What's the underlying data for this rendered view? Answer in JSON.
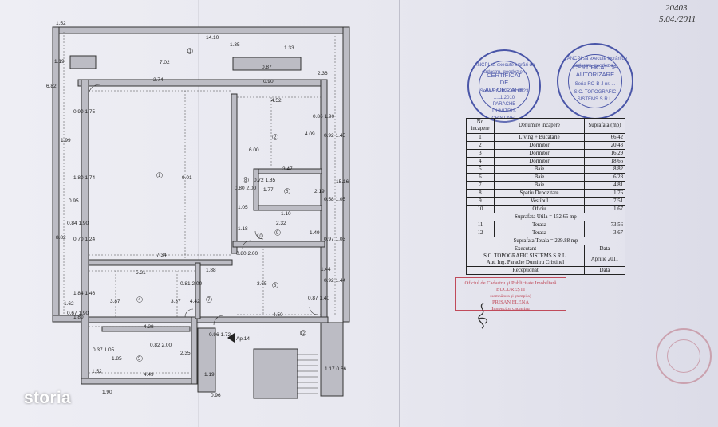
{
  "handwritten": {
    "code": "20403",
    "date": "5.04./2011"
  },
  "watermark": "storia",
  "colors": {
    "stamp_blue": "#4a56a8",
    "ocpi_red": "#c04a5a",
    "paper": "#e9e9f0"
  },
  "plan": {
    "top_dims": [
      "1.52",
      "14.10",
      "1.19",
      "7.02",
      "1.35",
      "1.33",
      "0.87",
      "0.90",
      "2.36"
    ],
    "left_dims": [
      "6.82",
      "0.90 1.75",
      "1.99",
      "1.80 1.74",
      "0.95",
      "0.84 1.90",
      "8.82",
      "0.70 1.24",
      "1.84 1.46",
      "1.62",
      "0.67 1.90",
      "0.37 1.05",
      "1.52",
      "1.80"
    ],
    "room_dims": [
      "4.52",
      "9.01",
      "6.00",
      "4.09",
      "3.47",
      "1.77",
      "2.32",
      "1.10",
      "1.18",
      "1.05",
      "0.80 2.00",
      "7.34",
      "5.31",
      "1.88",
      "3.87",
      "3.37",
      "4.42",
      "3.65",
      "4.28",
      "4.50",
      "4.49",
      "1.19",
      "1.85",
      "2.35",
      "0.82 2.00",
      "0.81 2.00",
      "0.80 2.00",
      "0.87 1.40",
      "0.92 1.44",
      "0.97 1.03",
      "0.58 1.05",
      "0.92 1.45",
      "0.86 1.90",
      "0.72 1.85",
      "2.74",
      "2.19",
      "1.49",
      "1.44",
      "15.16",
      "0.96 1.72",
      "1.17 0.66"
    ],
    "room_numbers": [
      "1",
      "2",
      "3",
      "4",
      "5",
      "6",
      "7",
      "8",
      "9",
      "10",
      "11",
      "12"
    ],
    "ap_label": "Ap.14",
    "bottom_dims": [
      "1.90",
      "0.96"
    ]
  },
  "stamps": {
    "left": {
      "ring": "...NCPI să execute lucrări de cadastru, geodezie...",
      "title": "CERTIFICAT DE AUTORIZARE",
      "serie": "Seria RO-B-F Nr. 0523",
      "date": "...11.2010",
      "name": "PARACHE DUMITRU-CRISTINEL"
    },
    "right": {
      "ring": "...ANCPI să execute lucrări de cadastru, geodezie...",
      "title": "CERTIFICAT DE AUTORIZARE",
      "serie": "Seria RO-B-J nr. ...",
      "name": "S.C. TOPOGRAFIC SISTEMS S.R.L."
    }
  },
  "table": {
    "headers": [
      "Nr. incapere",
      "Denumire incapere",
      "Suprafata (mp)"
    ],
    "rows": [
      {
        "nr": "1",
        "name": "Living + Bucatarie",
        "area": "66.42"
      },
      {
        "nr": "2",
        "name": "Dormitor",
        "area": "20.43"
      },
      {
        "nr": "3",
        "name": "Dormitor",
        "area": "16.29"
      },
      {
        "nr": "4",
        "name": "Dormitor",
        "area": "18.66"
      },
      {
        "nr": "5",
        "name": "Baie",
        "area": "8.82"
      },
      {
        "nr": "6",
        "name": "Baie",
        "area": "6.28"
      },
      {
        "nr": "7",
        "name": "Baie",
        "area": "4.81"
      },
      {
        "nr": "8",
        "name": "Spatiu Depozitare",
        "area": "1.76"
      },
      {
        "nr": "9",
        "name": "Vestibul",
        "area": "7.51"
      },
      {
        "nr": "10",
        "name": "Oficiu",
        "area": "1.67"
      }
    ],
    "suprafata_utila": "Suprafata Utila = 152.65 mp",
    "terase": [
      {
        "nr": "11",
        "name": "Terasa",
        "area": "73.56"
      },
      {
        "nr": "12",
        "name": "Terasa",
        "area": "3.67"
      }
    ],
    "suprafata_totala": "Suprafata Totala = 229.88 mp",
    "executant_label": "Executant",
    "data_label": "Data",
    "executant": "S.C. TOPOGRAFIC SISTEMS S.R.L.",
    "executant_sub": "Aut. Ing. Parache Dumitru Cristinel",
    "executant_date": "Aprilie 2011",
    "receptionat_label": "Receptionat"
  },
  "ocpi": {
    "line1": "Oficiul de Cadastru şi Publicitate Imobiliară",
    "line2": "BUCUREŞTI",
    "line3": "(semnătura şi ştampila)",
    "line4": "PRISAN ELENA",
    "line5": "Inspector cadastru"
  }
}
